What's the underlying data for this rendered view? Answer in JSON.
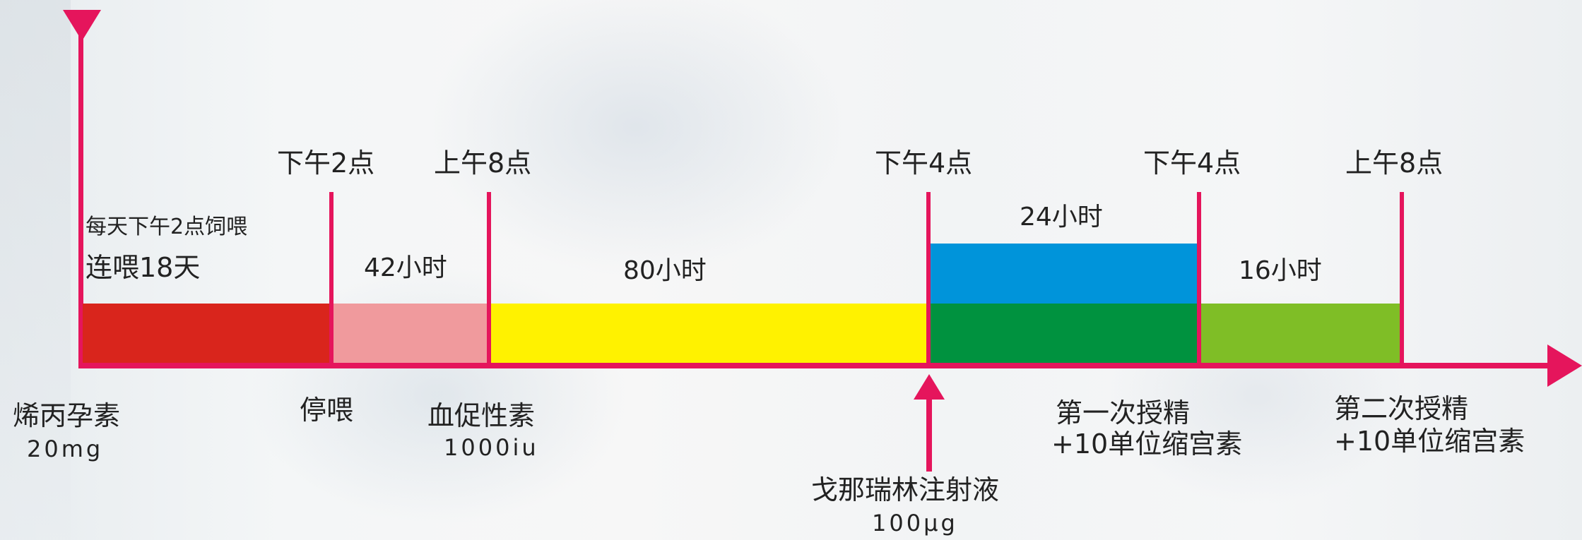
{
  "timeline": {
    "time_labels": [
      "下午2点",
      "上午8点",
      "下午4点",
      "下午4点",
      "上午8点"
    ],
    "durations": [
      "42小时",
      "80小时",
      "24小时",
      "16小时"
    ],
    "feeding_note_line1": "每天下午2点饲喂",
    "feeding_note_line2": "连喂18天",
    "events": [
      {
        "name": "烯丙孕素",
        "detail": "20mg"
      },
      {
        "name": "停喂",
        "detail": ""
      },
      {
        "name": "血促性素",
        "detail": "1000iu"
      },
      {
        "name": "戈那瑞林注射液",
        "detail": "100μg"
      },
      {
        "name": "第一次授精",
        "detail": "+10单位缩宫素"
      },
      {
        "name": "第二次授精",
        "detail": "+10单位缩宫素"
      }
    ]
  },
  "colors": {
    "axis": "#e5155c",
    "start_marker": "#e5155c",
    "seg_feeding": "#d9251c",
    "seg_42h": "#f09a9d",
    "seg_80h": "#fff200",
    "seg_24h_top": "#0094da",
    "seg_24h_bottom": "#00923f",
    "seg_16h": "#7fbe26"
  }
}
